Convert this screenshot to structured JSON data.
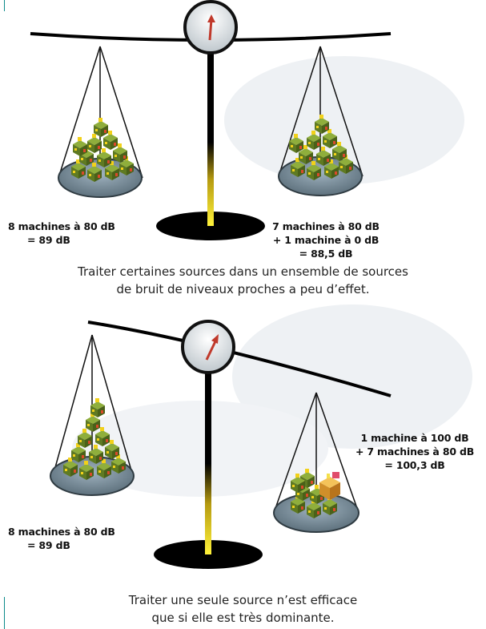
{
  "panels": [
    {
      "left_label": [
        "8 machines à 80 dB",
        "= 89 dB"
      ],
      "right_label": [
        "7 machines à 80 dB",
        "+ 1 machine à 0 dB",
        "= 88,5 dB"
      ],
      "caption": [
        "Traiter certaines sources dans un ensemble de sources",
        "de bruit de niveaux proches a peu d’effet."
      ]
    },
    {
      "left_label": [
        "8 machines à 80 dB",
        "= 89 dB"
      ],
      "right_label": [
        "1 machine à 100 dB",
        "+ 7 machines à 80 dB",
        "= 100,3 dB"
      ],
      "caption": [
        "Traiter une seule source n’est efficace",
        "que si elle est très dominante."
      ]
    }
  ],
  "colors": {
    "accent_rule": "#0c8a8a",
    "machine_green": "#6f8e2b",
    "machine_yellow": "#f2d11a",
    "loud_machine": "#e0a33c",
    "needle": "#c0392b",
    "pan": "#7f95a3"
  }
}
